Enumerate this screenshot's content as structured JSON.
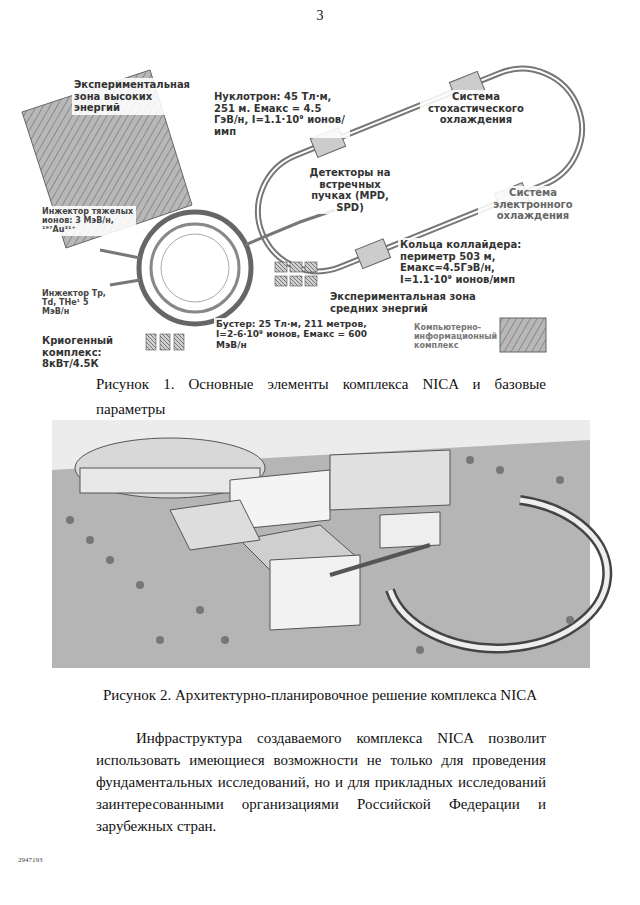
{
  "diagram": {
    "labels": [
      "3",
      "Экспериментальная зона высоких энергий",
      "Нуклотрон: 45 Тл·м, 251 м. Eмакс = 4.5 ГэВ/н, I=1.1·10⁹ ионов/имп",
      "Система стохастического охлаждения",
      "Детекторы на встречных пучках (MPD, SPD)",
      "Система электронного охлаждения",
      "Кольца коллайдера: периметр 503 м, Eмакс=4.5ГэВ/н, I=1.1·10⁹ ионов/имп",
      "Инжектор тяжелых ионов: 3 МэВ/н, ¹⁹⁷Au³¹⁺",
      "Экспериментальная зона средних энергий",
      "Инжектор Tp, Td, THe¹ 5 МэВ/н",
      "Бустер: 25 Тл·м, 211 метров, I=2-6·10⁹ ионов, Eмакс = 600 МэВ/н",
      "Компьютерно-информационный комплекс",
      "Криогенный комплекс: 8кВт/4.5К",
      "Рисунок 1. Основные элементы комплекса NICA и базовые параметры",
      "Рисунок 2. Архитектурно-планировочное решение комплекса NICA",
      "Инфраструктура создаваемого комплекса NICA позволит использовать имеющиеся возможности не только для проведения фундаментальных исследований, но и для прикладных исследований заинтересованными организациями Российской Федерации и зарубежных стран.",
      "2947193"
    ]
  }
}
